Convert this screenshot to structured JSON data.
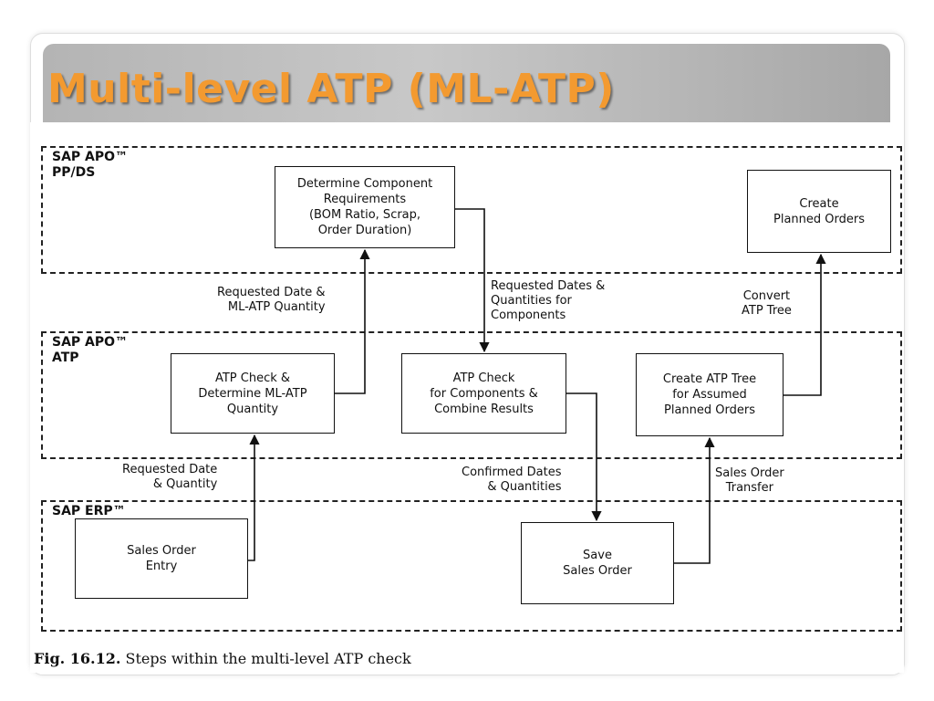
{
  "slide": {
    "title": "Multi-level ATP (ML-ATP)"
  },
  "regions": {
    "ppds": "SAP APO™\nPP/DS",
    "atp": "SAP APO™\nATP",
    "erp": "SAP ERP™"
  },
  "boxes": {
    "determine_components": "Determine Component\nRequirements\n(BOM Ratio, Scrap,\nOrder Duration)",
    "create_planned_orders": "Create\nPlanned Orders",
    "atp_check_ml": "ATP Check &\nDetermine ML-ATP\nQuantity",
    "atp_check_components": "ATP Check\nfor Components &\nCombine Results",
    "create_atp_tree": "Create ATP Tree\nfor Assumed\nPlanned Orders",
    "sales_order_entry": "Sales Order\nEntry",
    "save_sales_order": "Save\nSales Order"
  },
  "flow_labels": {
    "requested_date_ml": "Requested Date &\nML-ATP Quantity",
    "requested_dates_components": "Requested Dates &\nQuantities for\nComponents",
    "convert_atp_tree": "Convert\nATP Tree",
    "requested_date_qty": "Requested Date\n& Quantity",
    "confirmed_dates": "Confirmed Dates\n& Quantities",
    "sales_order_transfer": "Sales Order\nTransfer"
  },
  "caption": {
    "figure_number": "Fig. 16.12.",
    "text": " Steps within the multi-level ATP check"
  },
  "colors": {
    "title_text": "#f39a30",
    "title_bar": "#b8b8b8",
    "line": "#111111"
  }
}
